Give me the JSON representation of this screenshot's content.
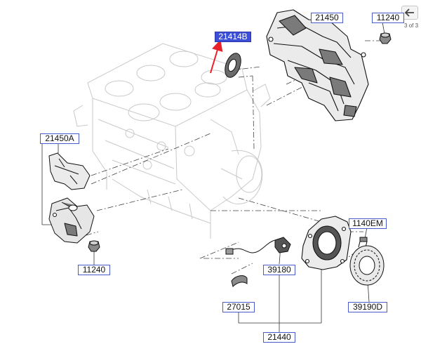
{
  "nav": {
    "back_icon": "left-arrow-icon",
    "page_current": "3",
    "page_sep": "of",
    "page_total": "3"
  },
  "parts": {
    "p21414B": "21414B",
    "p21450": "21450",
    "p11240_top": "11240",
    "p21450A": "21450A",
    "p11240_left": "11240",
    "p1140EM": "1140EM",
    "p39180": "39180",
    "p27015": "27015",
    "p39190D": "39190D",
    "p21440": "21440"
  },
  "colors": {
    "label_border": "#4a5ccc",
    "selected_fill": "#3d4fd6",
    "pointer_arrow": "#e8202a",
    "line_art": "#111111",
    "ghost_engine": "#c9c9c9"
  }
}
